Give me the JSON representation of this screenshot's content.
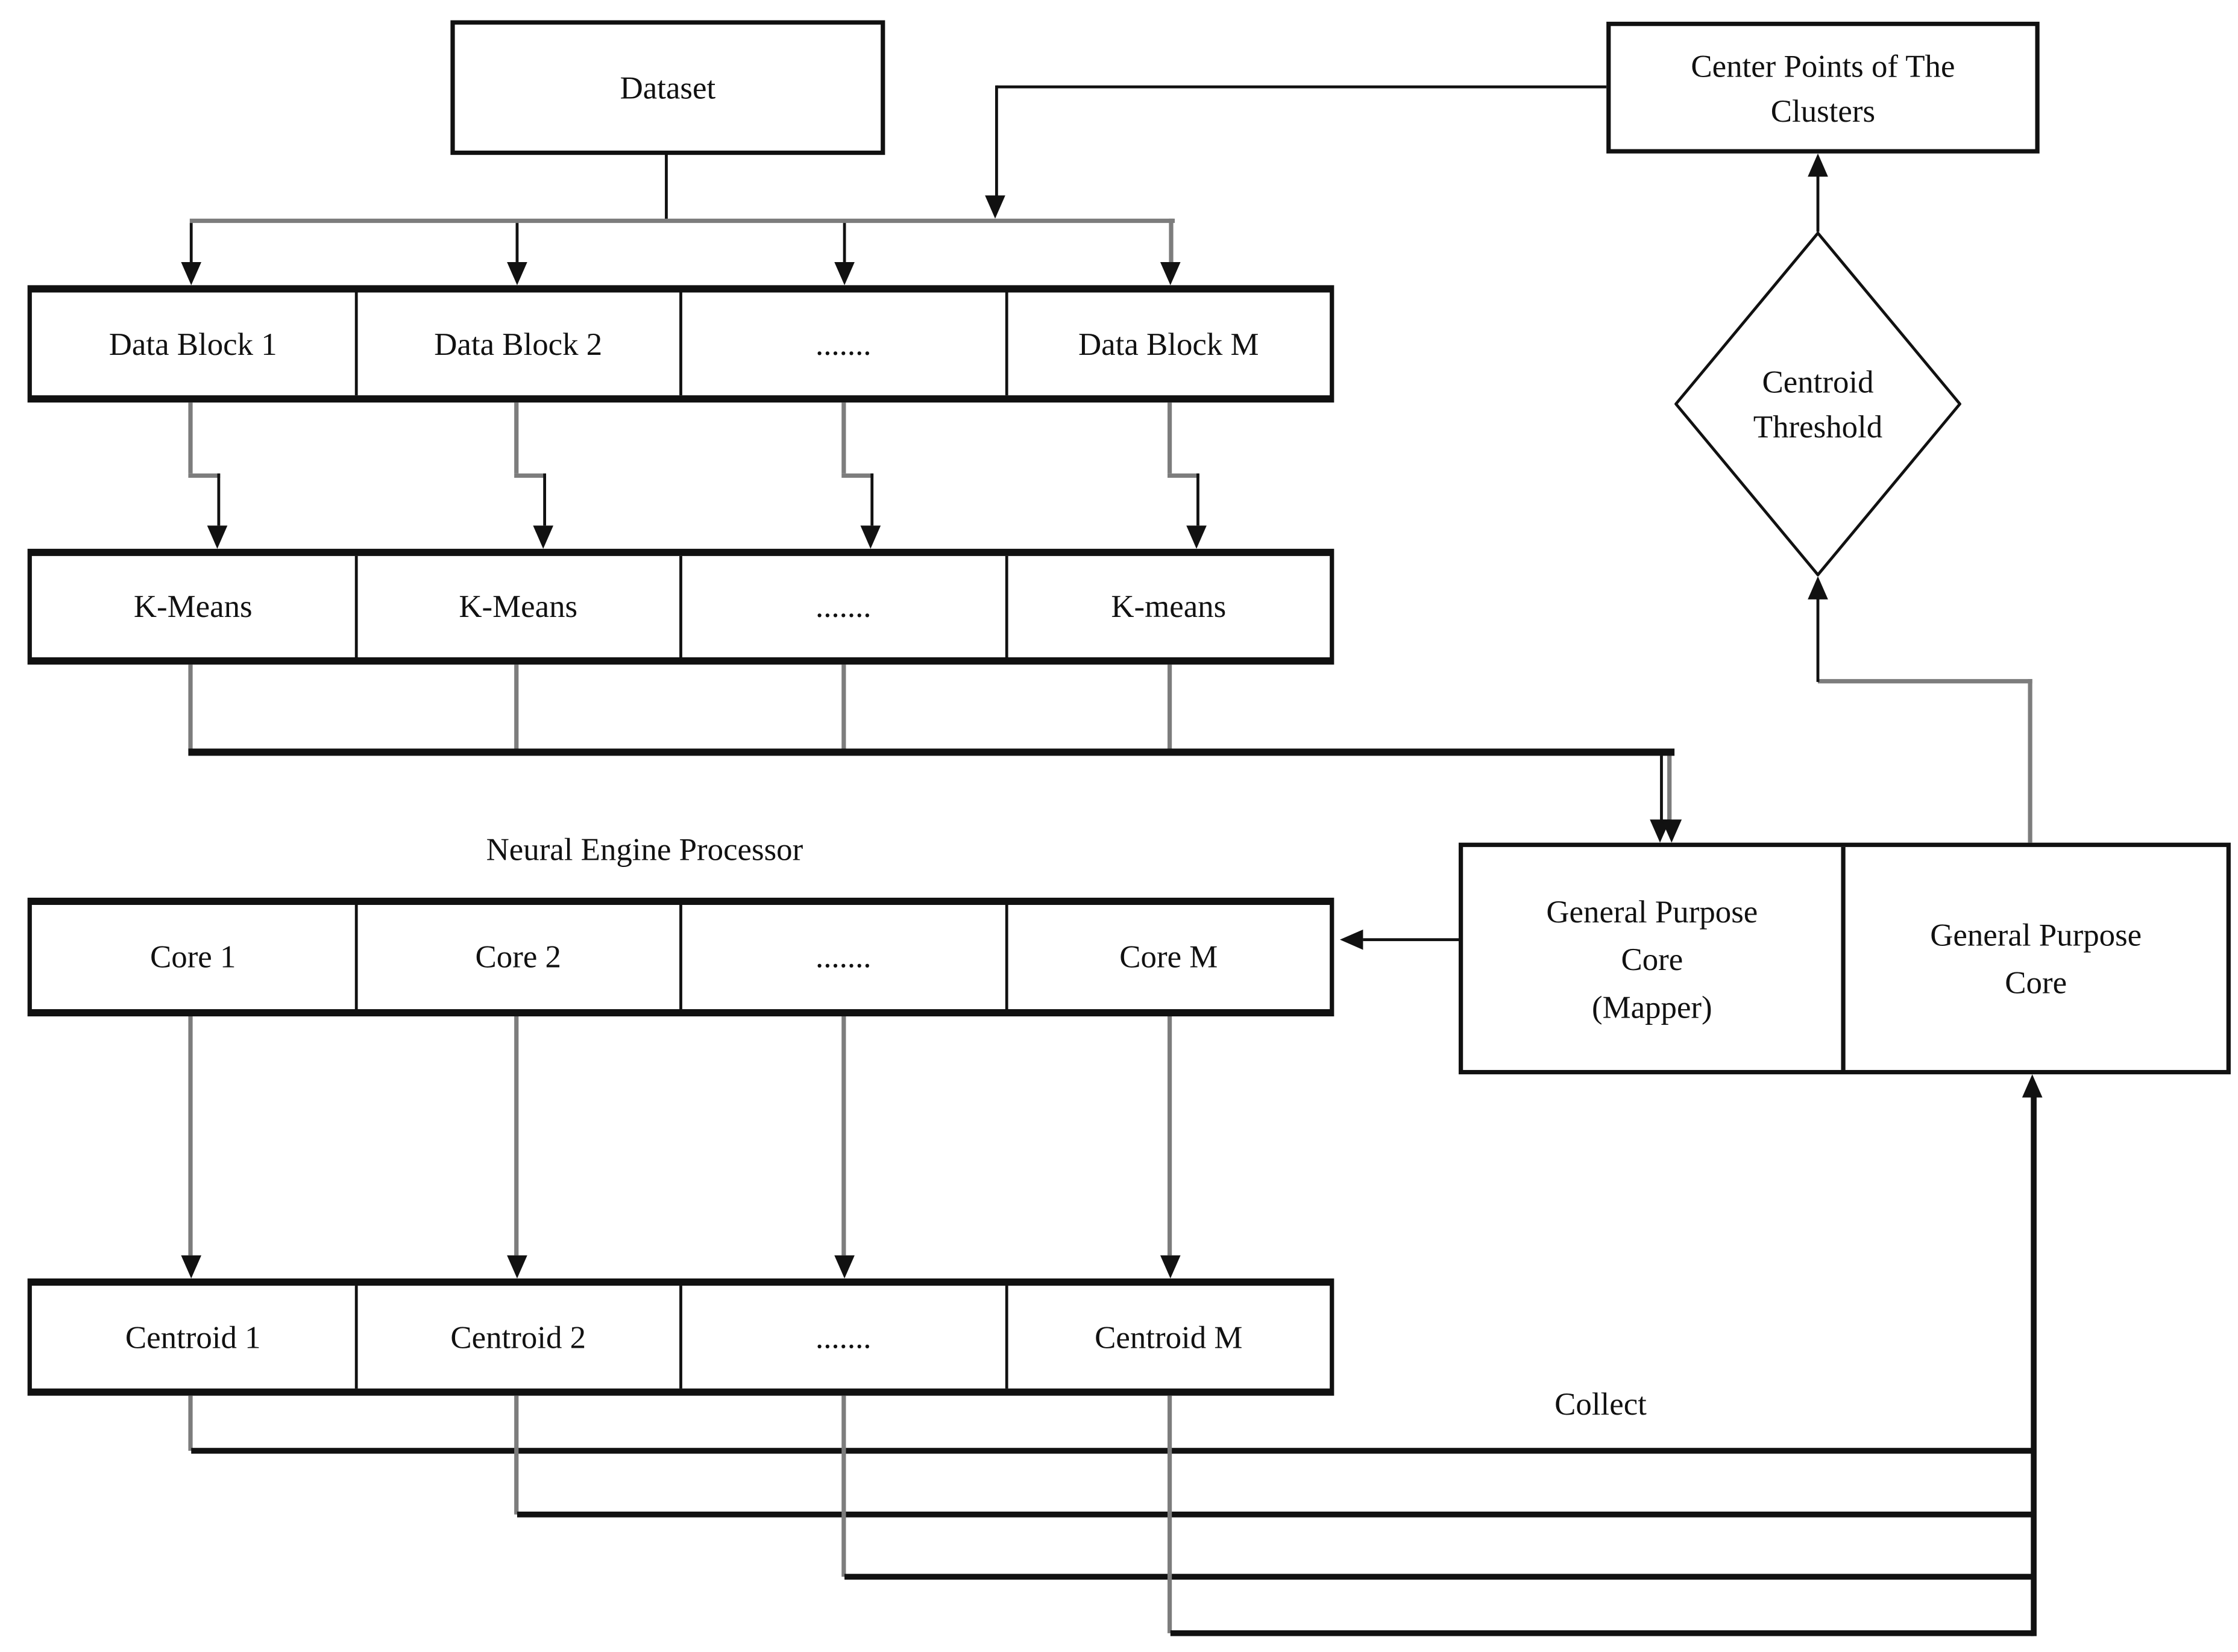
{
  "colors": {
    "line": "#111111",
    "gray_line": "#7d7d7d",
    "background": "#ffffff"
  },
  "nodes": {
    "dataset": "Dataset",
    "center_points_lines": [
      "Center Points of The",
      "Clusters"
    ],
    "centroid_threshold_lines": [
      "Centroid",
      "Threshold"
    ],
    "neural_engine_label": "Neural Engine Processor",
    "collect_label": "Collect",
    "gp_mapper_lines": [
      "General Purpose",
      "Core",
      "(Mapper)"
    ],
    "gp_core_lines": [
      "General Purpose",
      "Core"
    ]
  },
  "rows": {
    "datablocks": {
      "cells": [
        "Data Block 1",
        "Data Block 2",
        ".......",
        "Data Block M"
      ]
    },
    "kmeans": {
      "cells": [
        "K-Means",
        "K-Means",
        ".......",
        "K-means"
      ]
    },
    "cores": {
      "cells": [
        "Core 1",
        "Core 2",
        ".......",
        "Core M"
      ]
    },
    "centroids": {
      "cells": [
        "Centroid 1",
        "Centroid 2",
        ".......",
        "Centroid M"
      ]
    }
  }
}
